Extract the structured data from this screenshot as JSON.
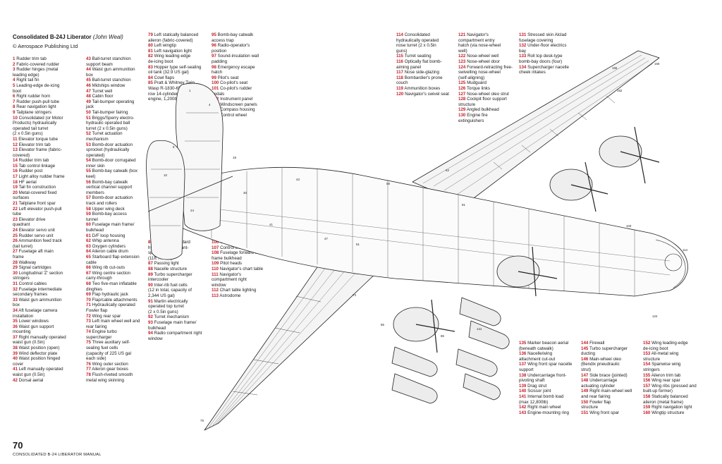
{
  "header": {
    "title_main": "Consolidated B-24J Liberator",
    "title_credit": "(John Weal)",
    "publisher": "© Aerospace Publishing Ltd"
  },
  "page": {
    "number": "70",
    "footer": "CONSOLIDATED B-24 LIBERATOR MANUAL"
  },
  "legend": {
    "col1": [
      {
        "n": "1",
        "t": "Rudder trim tab"
      },
      {
        "n": "2",
        "t": "Fabric-covered rudder"
      },
      {
        "n": "3",
        "t": "Rudder hinges (metal\nleading edge)"
      },
      {
        "n": "4",
        "t": "Right tail fin"
      },
      {
        "n": "5",
        "t": "Leading-edge de-icing\nboot"
      },
      {
        "n": "6",
        "t": "Right rudder horn"
      },
      {
        "n": "7",
        "t": "Rudder push-pull tube"
      },
      {
        "n": "8",
        "t": "Rear navigation light"
      },
      {
        "n": "9",
        "t": "Tailplane stringers"
      },
      {
        "n": "10",
        "t": "Consolidated (or Motor\nProducts) hydraulically\noperated tail turret\n(2 x 0.5in guns)"
      },
      {
        "n": "11",
        "t": "Elevator torque tube"
      },
      {
        "n": "12",
        "t": "Elevator trim tab"
      },
      {
        "n": "13",
        "t": "Elevator frame (fabric-\ncovered)"
      },
      {
        "n": "14",
        "t": "Rudder trim tab"
      },
      {
        "n": "15",
        "t": "Tab control linkage"
      },
      {
        "n": "16",
        "t": "Rudder post"
      },
      {
        "n": "17",
        "t": "Light alloy rudder frame"
      },
      {
        "n": "18",
        "t": "HF aerial"
      },
      {
        "n": "19",
        "t": "Tail fin construction"
      },
      {
        "n": "20",
        "t": "Metal-covered fixed\nsurfaces"
      },
      {
        "n": "21",
        "t": "Tailplane front spar"
      },
      {
        "n": "22",
        "t": "Left elevator push-pull\ntube"
      },
      {
        "n": "23",
        "t": "Elevator drive\nquadrant"
      },
      {
        "n": "24",
        "t": "Elevator servo unit"
      },
      {
        "n": "25",
        "t": "Rudder servo unit"
      },
      {
        "n": "26",
        "t": "Ammunition feed track\n(tail turret)"
      },
      {
        "n": "27",
        "t": "Fuselage aft main\nframe"
      },
      {
        "n": "28",
        "t": "Walkway"
      },
      {
        "n": "29",
        "t": "Signal cartridges"
      },
      {
        "n": "30",
        "t": "Longitudinal 'Z' section\nstringers"
      },
      {
        "n": "31",
        "t": "Control cables"
      },
      {
        "n": "32",
        "t": "Fuselage intermediate\nsecondary frames"
      },
      {
        "n": "33",
        "t": "Waist gun ammunition\nbox"
      },
      {
        "n": "34",
        "t": "Aft fuselage camera\ninstallation"
      },
      {
        "n": "35",
        "t": "Lower windows"
      },
      {
        "n": "36",
        "t": "Waist gun support\nmounting"
      },
      {
        "n": "37",
        "t": "Right manually operated\nwaist gun (0.5in)"
      },
      {
        "n": "38",
        "t": "Waist position (open)"
      },
      {
        "n": "39",
        "t": "Wind deflector plate"
      },
      {
        "n": "40",
        "t": "Waist position hinged\ncover"
      },
      {
        "n": "41",
        "t": "Left manually operated\nwaist gun (0.5in)"
      },
      {
        "n": "42",
        "t": "Dorsal aerial"
      }
    ],
    "col2": [
      {
        "n": "43",
        "t": "Ball-turret stanchion\nsupport beam"
      },
      {
        "n": "44",
        "t": "Waist gun ammunition\nbox"
      },
      {
        "n": "45",
        "t": "Ball-turret stanchion"
      },
      {
        "n": "46",
        "t": "Midships window"
      },
      {
        "n": "47",
        "t": "Turret well"
      },
      {
        "n": "48",
        "t": "Cabin floor"
      },
      {
        "n": "49",
        "t": "Tail-bumper operating\njack"
      },
      {
        "n": "50",
        "t": "Tail-bumper fairing"
      },
      {
        "n": "51",
        "t": "Briggs/Sperry electro-\nhydraulic operated ball\nturret (2 x 0.5in guns)"
      },
      {
        "n": "52",
        "t": "Turret actuation\nmechanism"
      },
      {
        "n": "53",
        "t": "Bomb-door actuation\nsprocket (hydraulically\noperated)"
      },
      {
        "n": "54",
        "t": "Bomb-door corrugated\ninner skin"
      },
      {
        "n": "55",
        "t": "Bomb-bay catwalk (box\nkeel)"
      },
      {
        "n": "56",
        "t": "Bomb-bay catwalk\nvertical channel support\nmembers"
      },
      {
        "n": "57",
        "t": "Bomb-door actuation\ntrack and rollers"
      },
      {
        "n": "58",
        "t": "Upper wing deck"
      },
      {
        "n": "59",
        "t": "Bomb-bay access\ntunnel"
      },
      {
        "n": "60",
        "t": "Fuselage main frame/\nbulkhead"
      },
      {
        "n": "61",
        "t": "D/F loop housing"
      },
      {
        "n": "62",
        "t": "Whip antenna"
      },
      {
        "n": "63",
        "t": "Oxygen cylinders"
      },
      {
        "n": "64",
        "t": "Aileron cable drum"
      },
      {
        "n": "65",
        "t": "Starboard flap extension\ncable"
      },
      {
        "n": "66",
        "t": "Wing rib cut-outs"
      },
      {
        "n": "67",
        "t": "Wing centre section\ncarry-through"
      },
      {
        "n": "68",
        "t": "Two five-man inflatable\ndinghies"
      },
      {
        "n": "69",
        "t": "Flap hydraulic jack"
      },
      {
        "n": "70",
        "t": "Flap/cable attachments"
      },
      {
        "n": "71",
        "t": "Hydraulically operated\nFowler flap"
      },
      {
        "n": "72",
        "t": "Wing rear spar"
      },
      {
        "n": "73",
        "t": "Left main wheel well and\nrear fairing"
      },
      {
        "n": "74",
        "t": "Engine turbo\nsupercharger"
      },
      {
        "n": "75",
        "t": "Three auxiliary self-\nsealing fuel cells\n(capacity of 225 US gal\neach side)"
      },
      {
        "n": "76",
        "t": "Wing outer section"
      },
      {
        "n": "77",
        "t": "Aileron gear boxes"
      },
      {
        "n": "78",
        "t": "Flush-riveted smooth\nmetal wing skinning"
      }
    ],
    "col3": [
      {
        "n": "79",
        "t": "Left statically balanced\naileron (fabric-covered)"
      },
      {
        "n": "80",
        "t": "Left wingtip"
      },
      {
        "n": "81",
        "t": "Left navigation light"
      },
      {
        "n": "82",
        "t": "Wing leading-edge\nde-icing boot"
      },
      {
        "n": "83",
        "t": "Hopper type self-sealing\noil tank (32.9 US gal)"
      },
      {
        "n": "84",
        "t": "Cowl flaps"
      },
      {
        "n": "85",
        "t": "Pratt & Whitney Twin\nWasp R-1830-65 two-\nrow 14-cylinder radial\nengine, 1,200bhp"
      }
    ],
    "col3b": [
      {
        "n": "86",
        "t": "Hamilton Standard\nhydromatic constant-\nspeed propeller\n(11ft 7in dia)"
      },
      {
        "n": "87",
        "t": "Passing light"
      },
      {
        "n": "88",
        "t": "Nacelle structure"
      },
      {
        "n": "89",
        "t": "Turbo supercharger\nintercooler"
      },
      {
        "n": "90",
        "t": "Inter-rib fuel cells\n(12 in total, capacity of\n2,344 US gal)"
      },
      {
        "n": "91",
        "t": "Martin electrically\noperated top turret\n(2 x 0.5in guns)"
      },
      {
        "n": "92",
        "t": "Turret mechanism"
      },
      {
        "n": "93",
        "t": "Fuselage main frame/\nbulkhead"
      },
      {
        "n": "94",
        "t": "Radio compartment right\nwindow"
      }
    ],
    "col4": [
      {
        "n": "95",
        "t": "Bomb-bay catwalk\naccess trap"
      },
      {
        "n": "96",
        "t": "Radio-operator's\nposition"
      },
      {
        "n": "97",
        "t": "Sound-insulation wall\npadding"
      },
      {
        "n": "98",
        "t": "Emergency escape\nhatch"
      },
      {
        "n": "99",
        "t": "Pilot's seat"
      },
      {
        "n": "100",
        "t": "Co-pilot's seat"
      },
      {
        "n": "101",
        "t": "Co-pilot's rudder\npedals"
      },
      {
        "n": "102",
        "t": "Instrument panel"
      },
      {
        "n": "103",
        "t": "Windscreen panels"
      },
      {
        "n": "104",
        "t": "Compass housing"
      },
      {
        "n": "105",
        "t": "Control wheel"
      }
    ],
    "col4b": [
      {
        "n": "106",
        "t": "Control wheel mounting"
      },
      {
        "n": "107",
        "t": "Control linkage chain"
      },
      {
        "n": "108",
        "t": "Fuselage forward main\nframe bulkhead"
      },
      {
        "n": "109",
        "t": "Pitot heads"
      },
      {
        "n": "110",
        "t": "Navigator's chart table"
      },
      {
        "n": "111",
        "t": "Navigator's\ncompartment right\nwindow"
      },
      {
        "n": "112",
        "t": "Chart table lighting"
      },
      {
        "n": "113",
        "t": "Astrodome"
      }
    ],
    "col5": [
      {
        "n": "114",
        "t": "Consolidated\nhydraulically operated\nnose turret (2 x 0.5in\nguns)"
      },
      {
        "n": "115",
        "t": "Turret seating"
      },
      {
        "n": "116",
        "t": "Optically flat bomb-\naiming panel"
      },
      {
        "n": "117",
        "t": "Nose side-glazing"
      },
      {
        "n": "118",
        "t": "Bombardier's prone\ncouch"
      },
      {
        "n": "119",
        "t": "Ammunition boxes"
      },
      {
        "n": "120",
        "t": "Navigator's swivel seat"
      }
    ],
    "col6": [
      {
        "n": "121",
        "t": "Navigator's\ncompartment entry\nhatch (via nose-wheel\nwell)"
      },
      {
        "n": "122",
        "t": "Nose-wheel well"
      },
      {
        "n": "123",
        "t": "Nose-wheel door"
      },
      {
        "n": "124",
        "t": "Forward-retracting free-\nswivelling nose-wheel\n(self-aligning)"
      },
      {
        "n": "125",
        "t": "Mudguard"
      },
      {
        "n": "126",
        "t": "Torque links"
      },
      {
        "n": "127",
        "t": "Nose-wheel oleo strut"
      },
      {
        "n": "128",
        "t": "Cockpit floor support\nstructure"
      },
      {
        "n": "129",
        "t": "Angled bulkhead"
      },
      {
        "n": "130",
        "t": "Engine fire\nextinguishers"
      }
    ],
    "col7": [
      {
        "n": "131",
        "t": "Stressed skin Alclad\nfuselage covering"
      },
      {
        "n": "132",
        "t": "Under-floor electrics\nbay"
      },
      {
        "n": "133",
        "t": "Roll top desk-type\nbomb-bay doors (four)"
      },
      {
        "n": "134",
        "t": "Supercharger nacelle\ncheek intakes"
      }
    ],
    "col8": [
      {
        "n": "135",
        "t": "Marker beacon aerial\n(beneath catwalk)"
      },
      {
        "n": "136",
        "t": "Nacelle/wing\nattachment cut-out"
      },
      {
        "n": "137",
        "t": "Wing front spar nacelle\nsupport"
      },
      {
        "n": "138",
        "t": "Undercarriage front-\npivoting shaft"
      },
      {
        "n": "139",
        "t": "Drag strut"
      },
      {
        "n": "140",
        "t": "Scissor joint"
      },
      {
        "n": "141",
        "t": "Internal bomb load\n(max 12,800lb)"
      },
      {
        "n": "142",
        "t": "Right main wheel"
      },
      {
        "n": "143",
        "t": "Engine-mounting ring"
      }
    ],
    "col9": [
      {
        "n": "144",
        "t": "Firewall"
      },
      {
        "n": "145",
        "t": "Turbo supercharger\nducting"
      },
      {
        "n": "146",
        "t": "Main-wheel oleo\n(Bendix pneudraulic\nstrut)"
      },
      {
        "n": "147",
        "t": "Side brace (jointed)"
      },
      {
        "n": "148",
        "t": "Undercarriage\nactuating cylinder"
      },
      {
        "n": "149",
        "t": "Right main-wheel well\nand rear fairing"
      },
      {
        "n": "150",
        "t": "Fowler flap\nstructure"
      },
      {
        "n": "151",
        "t": "Wing front spar"
      }
    ],
    "col10": [
      {
        "n": "152",
        "t": "Wing leading-edge\nde-icing boot"
      },
      {
        "n": "153",
        "t": "All-metal wing\nstructure"
      },
      {
        "n": "154",
        "t": "Spanwise wing\nstringers"
      },
      {
        "n": "155",
        "t": "Aileron trim tab"
      },
      {
        "n": "156",
        "t": "Wing rear spar"
      },
      {
        "n": "157",
        "t": "Wing ribs (pressed and\nbuilt-up former)"
      },
      {
        "n": "158",
        "t": "Statically balanced\naileron (metal frame)"
      },
      {
        "n": "159",
        "t": "Right navigation light"
      },
      {
        "n": "160",
        "t": "Wingtip structure"
      }
    ]
  },
  "callouts": [
    "1",
    "4",
    "5",
    "10",
    "18",
    "24",
    "30",
    "41",
    "43",
    "47",
    "51",
    "58",
    "62",
    "73",
    "79",
    "85",
    "86",
    "91",
    "103",
    "114",
    "124",
    "141",
    "152",
    "155",
    "160"
  ]
}
